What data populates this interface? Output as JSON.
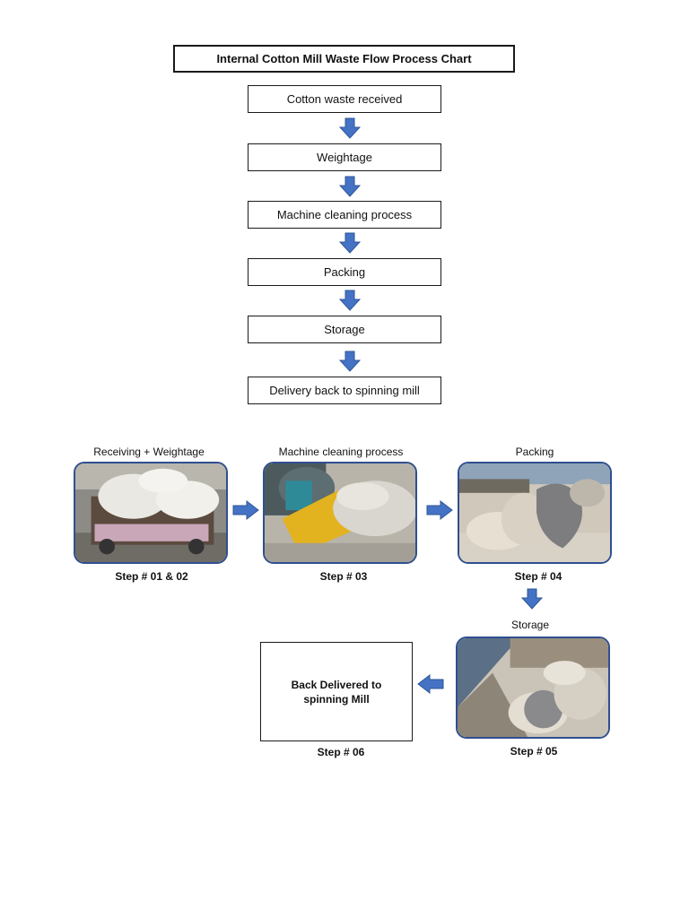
{
  "chart_title": "Internal Cotton Mill Waste Flow Process Chart",
  "flow_steps": [
    "Cotton waste received",
    "Weightage",
    "Machine cleaning process",
    "Packing",
    "Storage",
    "Delivery back to spinning mill"
  ],
  "photo_flow": {
    "receiving": {
      "heading": "Receiving + Weightage",
      "step": "Step # 01 & 02"
    },
    "cleaning": {
      "heading": "Machine cleaning process",
      "step": "Step # 03"
    },
    "packing": {
      "heading": "Packing",
      "step": "Step # 04"
    },
    "storage": {
      "heading": "Storage",
      "step": "Step # 05"
    },
    "delivery": {
      "box_text": "Back Delivered to spinning Mill",
      "step": "Step # 06"
    }
  },
  "colors": {
    "arrow": "#4472c4",
    "arrow_edge": "#2f5597",
    "photo_border": "#2f4f8f"
  }
}
